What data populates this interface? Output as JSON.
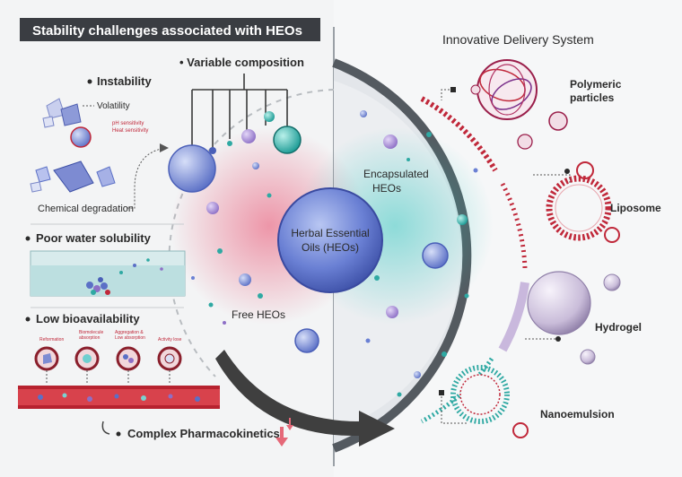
{
  "header": {
    "title": "Stability challenges associated with HEOs"
  },
  "right_title": "Innovative Delivery System",
  "left": {
    "instability": "Instability",
    "volatility": "Volatility",
    "ph": "pH sensitivity",
    "heat": "Heat sensitivity",
    "chem": "Chemical degradation",
    "poor": "Poor water solubility",
    "low_bio": "Low bioavailability",
    "bio_items": [
      "Reformation",
      "Biomolecule",
      "absorption",
      "Aggregation &",
      "Low absorption",
      "Activity lose"
    ],
    "complex": "Complex Pharmacokinetics"
  },
  "center": {
    "variable": "Variable composition",
    "core_line1": "Herbal Essential",
    "core_line2": "Oils (HEOs)",
    "free": "Free HEOs",
    "enc1": "Encapsulated",
    "enc2": "HEOs"
  },
  "systems": {
    "polymeric1": "Polymeric",
    "polymeric2": "particles",
    "liposome": "Liposome",
    "hydrogel": "Hydrogel",
    "nanoemulsion": "Nanoemulsion"
  },
  "colors": {
    "header_bg": "#3a3d42",
    "core": "#5a72c8",
    "accent_red": "#c0283a",
    "dark_arrow": "#3f3f3f"
  }
}
